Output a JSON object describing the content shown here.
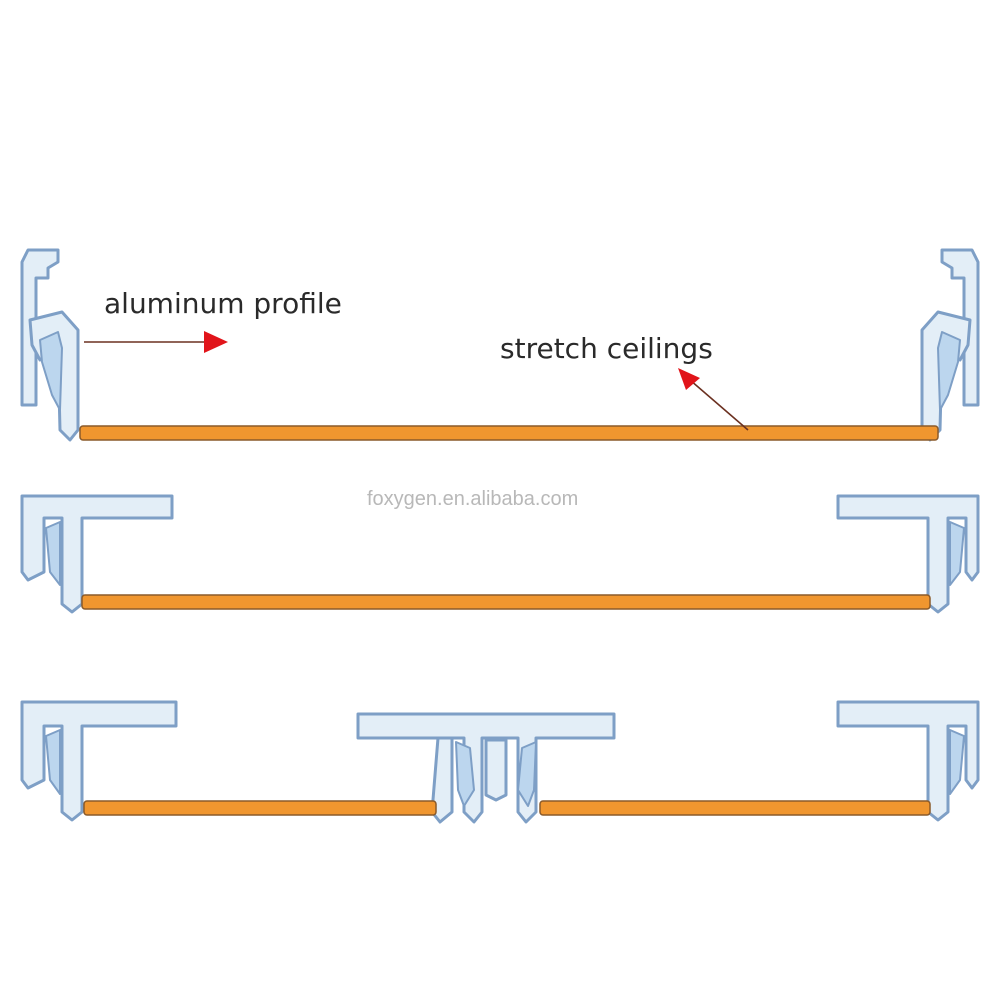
{
  "labels": {
    "aluminum_profile": "aluminum profile",
    "stretch_ceilings": "stretch ceilings"
  },
  "watermark": "foxygen.en.alibaba.com",
  "colors": {
    "membrane": "#f0962f",
    "profile_fill": "#e3eef7",
    "profile_stroke": "#7e9fc6",
    "arrow_head": "#e1141a"
  }
}
